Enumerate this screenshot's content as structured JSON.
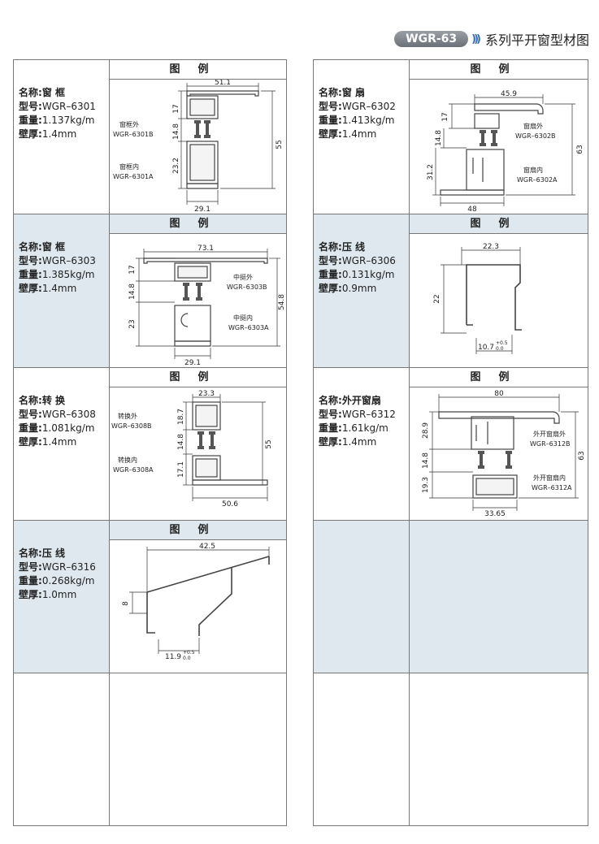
{
  "header": {
    "badge": "WGR-63",
    "title": "系列平开窗型材图"
  },
  "legend_heading": "图例",
  "profiles": [
    {
      "id": "p6301",
      "name_key": "名称:",
      "name": "窗 框",
      "model_key": "型号:",
      "model": "WGR–6301",
      "weight_key": "重量:",
      "weight": "1.137kg/m",
      "wall_key": "壁厚:",
      "wall": "1.4mm",
      "labels": [
        "窗框外",
        "WGR–6301B",
        "窗框内",
        "WGR–6301A"
      ],
      "dims": [
        "51.1",
        "17",
        "14.8",
        "23.2",
        "55",
        "29.1"
      ]
    },
    {
      "id": "p6302",
      "name_key": "名称:",
      "name": "窗 扇",
      "model_key": "型号:",
      "model": "WGR–6302",
      "weight_key": "重量:",
      "weight": "1.413kg/m",
      "wall_key": "壁厚:",
      "wall": "1.4mm",
      "labels": [
        "窗扇外",
        "WGR–6302B",
        "窗扇内",
        "WGR–6302A"
      ],
      "dims": [
        "45.9",
        "17",
        "14.8",
        "31.2",
        "63",
        "48"
      ]
    },
    {
      "id": "p6303",
      "name_key": "名称:",
      "name": "窗 框",
      "model_key": "型号:",
      "model": "WGR–6303",
      "weight_key": "重量:",
      "weight": "1.385kg/m",
      "wall_key": "壁厚:",
      "wall": "1.4mm",
      "labels": [
        "中挺外",
        "WGR–6303B",
        "中挺内",
        "WGR–6303A"
      ],
      "dims": [
        "73.1",
        "17",
        "14.8",
        "23",
        "54.8",
        "29.1"
      ]
    },
    {
      "id": "p6306",
      "name_key": "名称:",
      "name": "压 线",
      "model_key": "型号:",
      "model": "WGR–6306",
      "weight_key": "重量:",
      "weight": "0.131kg/m",
      "wall_key": "壁厚:",
      "wall": "0.9mm",
      "labels": [],
      "dims": [
        "22.3",
        "22",
        "10.7",
        "+0.5",
        "0.0"
      ]
    },
    {
      "id": "p6308",
      "name_key": "名称:",
      "name": "转 换",
      "model_key": "型号:",
      "model": "WGR–6308",
      "weight_key": "重量:",
      "weight": "1.081kg/m",
      "wall_key": "壁厚:",
      "wall": "1.4mm",
      "labels": [
        "转换外",
        "WGR–6308B",
        "转换内",
        "WGR–6308A"
      ],
      "dims": [
        "23.3",
        "18.7",
        "14.8",
        "17.1",
        "55",
        "50.6"
      ]
    },
    {
      "id": "p6312",
      "name_key": "名称:",
      "name": "外开窗扇",
      "model_key": "型号:",
      "model": "WGR–6312",
      "weight_key": "重量:",
      "weight": "1.61kg/m",
      "wall_key": "壁厚:",
      "wall": "1.4mm",
      "labels": [
        "外开窗扇外",
        "WGR–6312B",
        "外开窗扇内",
        "WGR–6312A"
      ],
      "dims": [
        "80",
        "28.9",
        "14.8",
        "19.3",
        "63",
        "33.65"
      ]
    },
    {
      "id": "p6316",
      "name_key": "名称:",
      "name": "压 线",
      "model_key": "型号:",
      "model": "WGR–6316",
      "weight_key": "重量:",
      "weight": "0.268kg/m",
      "wall_key": "壁厚:",
      "wall": "1.0mm",
      "labels": [],
      "dims": [
        "42.5",
        "8",
        "11.9",
        "+0.5",
        "0.0"
      ]
    }
  ]
}
